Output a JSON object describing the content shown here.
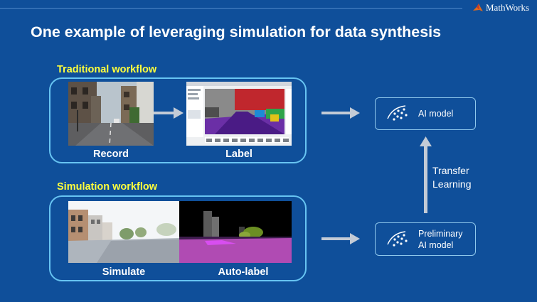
{
  "brand": {
    "name": "MathWorks",
    "logo_icon": "membrane-icon"
  },
  "title": "One example of leveraging simulation for data synthesis",
  "traditional": {
    "label": "Traditional workflow",
    "record_caption": "Record",
    "label_caption": "Label"
  },
  "simulation": {
    "label": "Simulation workflow",
    "simulate_caption": "Simulate",
    "autolabel_caption": "Auto-label"
  },
  "ai_model": {
    "label": "AI model",
    "icon": "neural-scatter-icon"
  },
  "preliminary_model": {
    "line1": "Preliminary",
    "line2": "AI model",
    "icon": "neural-scatter-icon"
  },
  "transfer": {
    "line1": "Transfer",
    "line2": "Learning"
  },
  "colors": {
    "background": "#0f4f9a",
    "box_border": "#67c4f2",
    "workflow_label": "#ffff3c",
    "arrow": "#c3cbd6"
  }
}
